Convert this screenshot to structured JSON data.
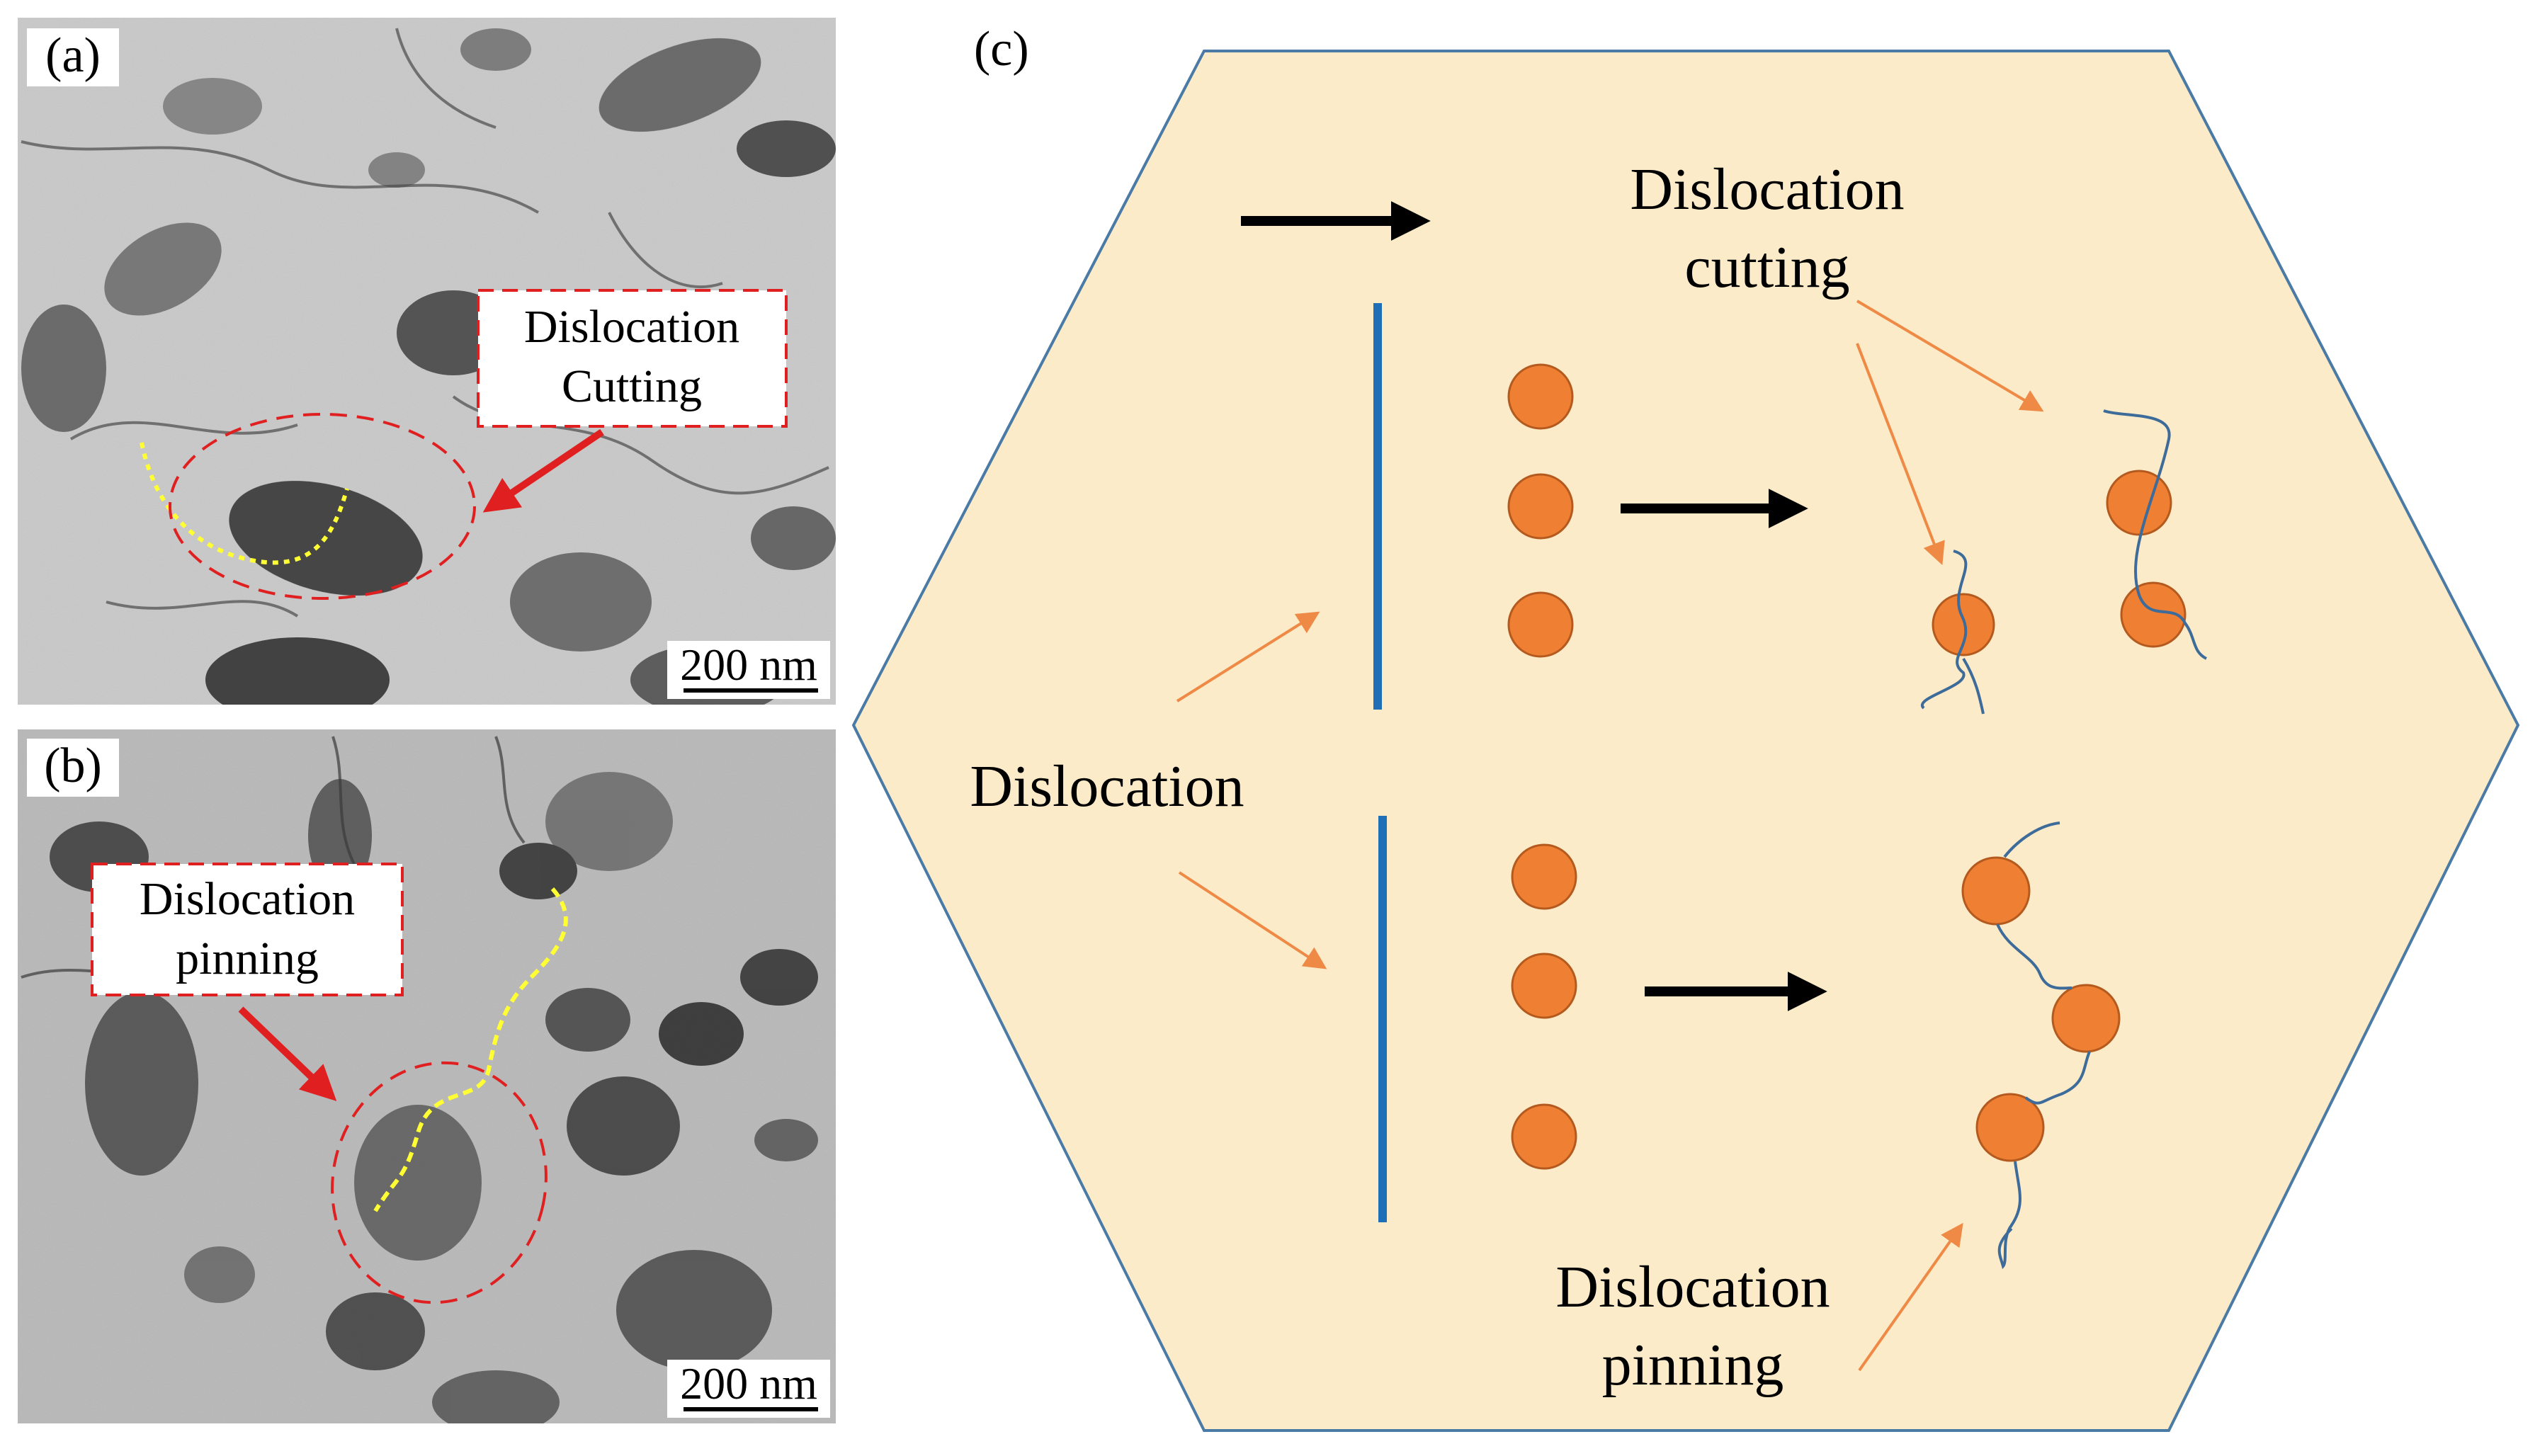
{
  "panels": {
    "a": {
      "label": "(a)",
      "scale_bar": "200 nm",
      "callout_line1": "Dislocation",
      "callout_line2": "Cutting"
    },
    "b": {
      "label": "(b)",
      "scale_bar": "200 nm",
      "callout_line1": "Dislocation",
      "callout_line2": "pinning"
    },
    "c": {
      "label": "(c)",
      "cutting_line1": "Dislocation",
      "cutting_line2": "cutting",
      "dislocation": "Dislocation",
      "pinning_line1": "Dislocation",
      "pinning_line2": "pinning"
    }
  },
  "colors": {
    "hexagon_fill": "#fcebc8",
    "hexagon_stroke": "#4a7aa6",
    "particle_fill": "#ee7f33",
    "particle_stroke": "#b45a1f",
    "dislocation_line": "#1f6fb8",
    "dislocation_curve": "#3d6b9a",
    "pointer_arrow": "#ee8a45",
    "trace_yellow": "#ffff33",
    "callout_red": "#e02020"
  }
}
